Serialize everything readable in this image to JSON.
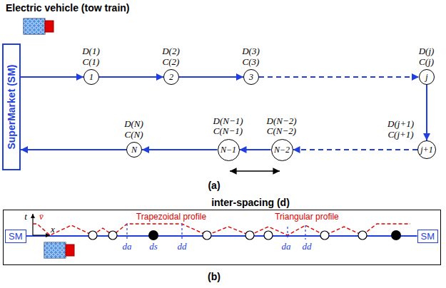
{
  "diagram": {
    "title": "Electric vehicle (tow train)",
    "nodes": [
      {
        "text": [
          "SuperMarket (SM)"
        ]
      },
      {
        "text": [
          "1",
          "D(1) C(1)"
        ]
      },
      {
        "text": [
          "2",
          "D(2) C(2)"
        ]
      },
      {
        "text": [
          "3",
          "D(3) C(3)"
        ]
      },
      {
        "text": [
          "j",
          "D(j) C(j)"
        ]
      },
      {
        "text": [
          "j+1",
          "D(j+1) C(j+1)"
        ]
      },
      {
        "text": [
          "N−2",
          "D(N−2) C(N−2)"
        ]
      },
      {
        "text": [
          "N−1",
          "D(N−1) C(N−1)"
        ]
      },
      {
        "text": [
          "N",
          "D(N) C(N)"
        ]
      },
      {
        "text": [
          "inter-spacing (d)"
        ]
      },
      {
        "text": [
          "SM"
        ],
        "in": 9
      },
      {
        "text": [
          "SM"
        ],
        "in": 9
      }
    ],
    "edges": [
      {
        "from": 0,
        "to": 1,
        "arrow": "to"
      },
      {
        "from": 1,
        "to": 2,
        "arrow": "to"
      },
      {
        "from": 2,
        "to": 3,
        "arrow": "to"
      },
      {
        "from": 3,
        "to": 4,
        "arrow": "to"
      },
      {
        "from": 4,
        "to": 5,
        "arrow": "to"
      },
      {
        "from": 5,
        "to": 6,
        "arrow": "to"
      },
      {
        "from": 6,
        "to": 7,
        "arrow": "to"
      },
      {
        "from": 7,
        "to": 8,
        "arrow": "to"
      },
      {
        "from": 8,
        "to": 0,
        "arrow": "to"
      },
      {
        "from": 10,
        "to": 11,
        "arrow": "none"
      }
    ],
    "labels": [
      "(a)",
      "(b)",
      "t",
      "x",
      "v̄",
      "Trapezoidal profile",
      "Triangular profile",
      "da",
      "ds",
      "dd",
      "da",
      "dd"
    ]
  }
}
